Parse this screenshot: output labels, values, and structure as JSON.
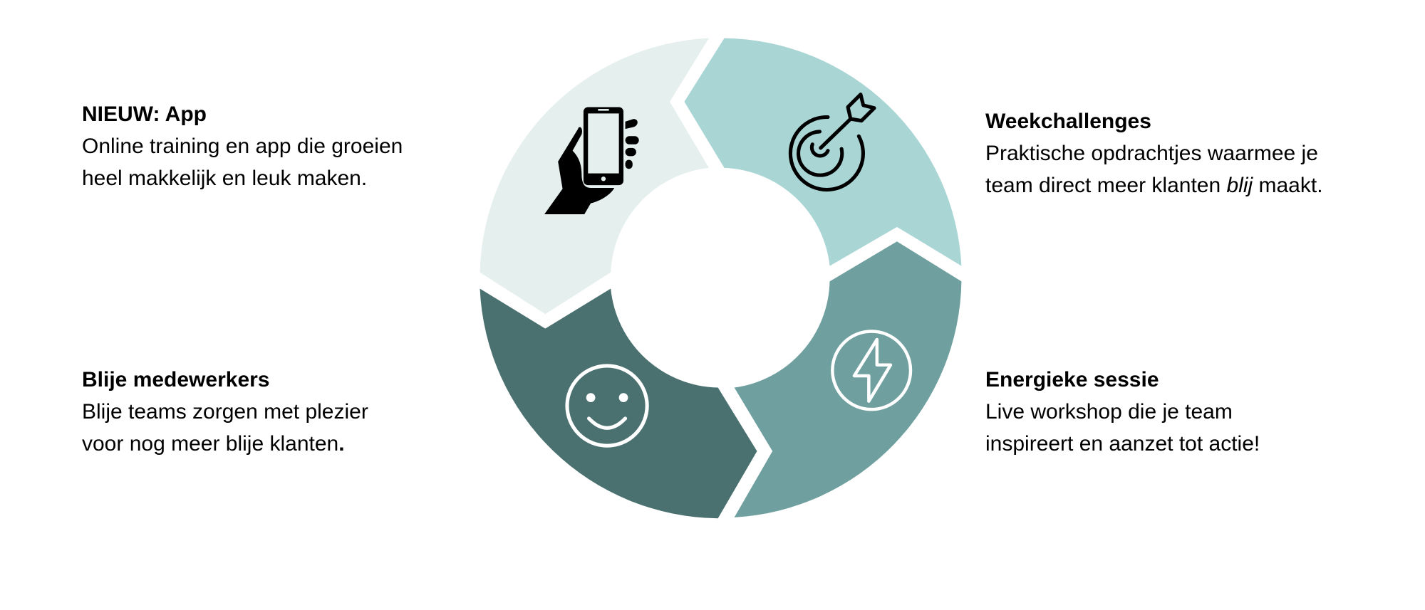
{
  "segments": [
    {
      "title": "NIEUW: App",
      "lines": [
        "Online training en app die groeien",
        "heel makkelijk en leuk maken."
      ],
      "color": "#e5efee",
      "icon": "hand-holding-phone-icon"
    },
    {
      "title": "Weekchallenges",
      "lines": [
        "Praktische opdrachtjes waarmee je"
      ],
      "line2_pre": "team direct meer klanten ",
      "line2_em": "blij",
      "line2_post": " maakt.",
      "color": "#a9d5d5",
      "icon": "target-dart-icon"
    },
    {
      "title": "Energieke sessie",
      "lines": [
        "Live workshop die je team",
        "inspireert en aanzet tot actie!"
      ],
      "color": "#6fa09f",
      "icon": "lightning-bolt-icon"
    },
    {
      "title": "Blije medewerkers",
      "lines": [
        "Blije teams zorgen met plezier",
        "voor nog meer blije klanten"
      ],
      "line2_end": ".",
      "color": "#4a7170",
      "icon": "smiley-face-icon"
    }
  ]
}
